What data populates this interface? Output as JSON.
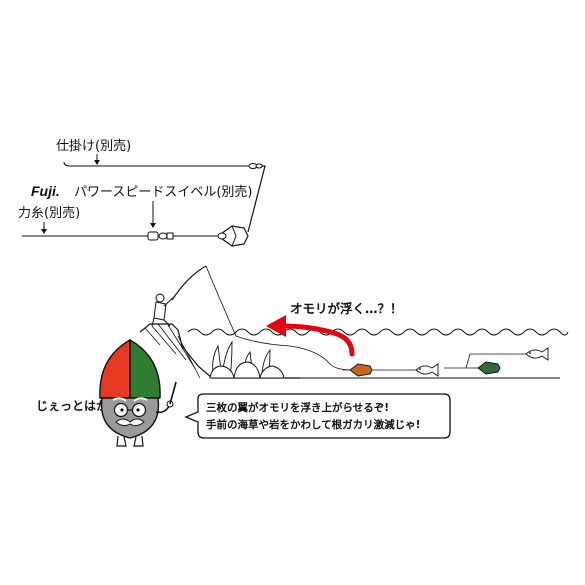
{
  "labels": {
    "shikake": "仕掛け(別売)",
    "brand": "Fuji.",
    "swivel": "パワースピードスイベル(別売)",
    "chikaraito": "力糸(別売)"
  },
  "callout": "オモリが浮く…？！",
  "character": {
    "name": "じぇっとはかせ"
  },
  "speech": {
    "line1": "三枚の翼がオモリを浮き上がらせるぞ!",
    "line2": "手前の海草や岩をかわして根ガカリ激減じゃ!"
  },
  "colors": {
    "arrow": "#e60012",
    "hat_red": "#e83820",
    "hat_green": "#2e7d32",
    "sinker_orange": "#c8641e",
    "sinker_green": "#2e6b3a"
  }
}
